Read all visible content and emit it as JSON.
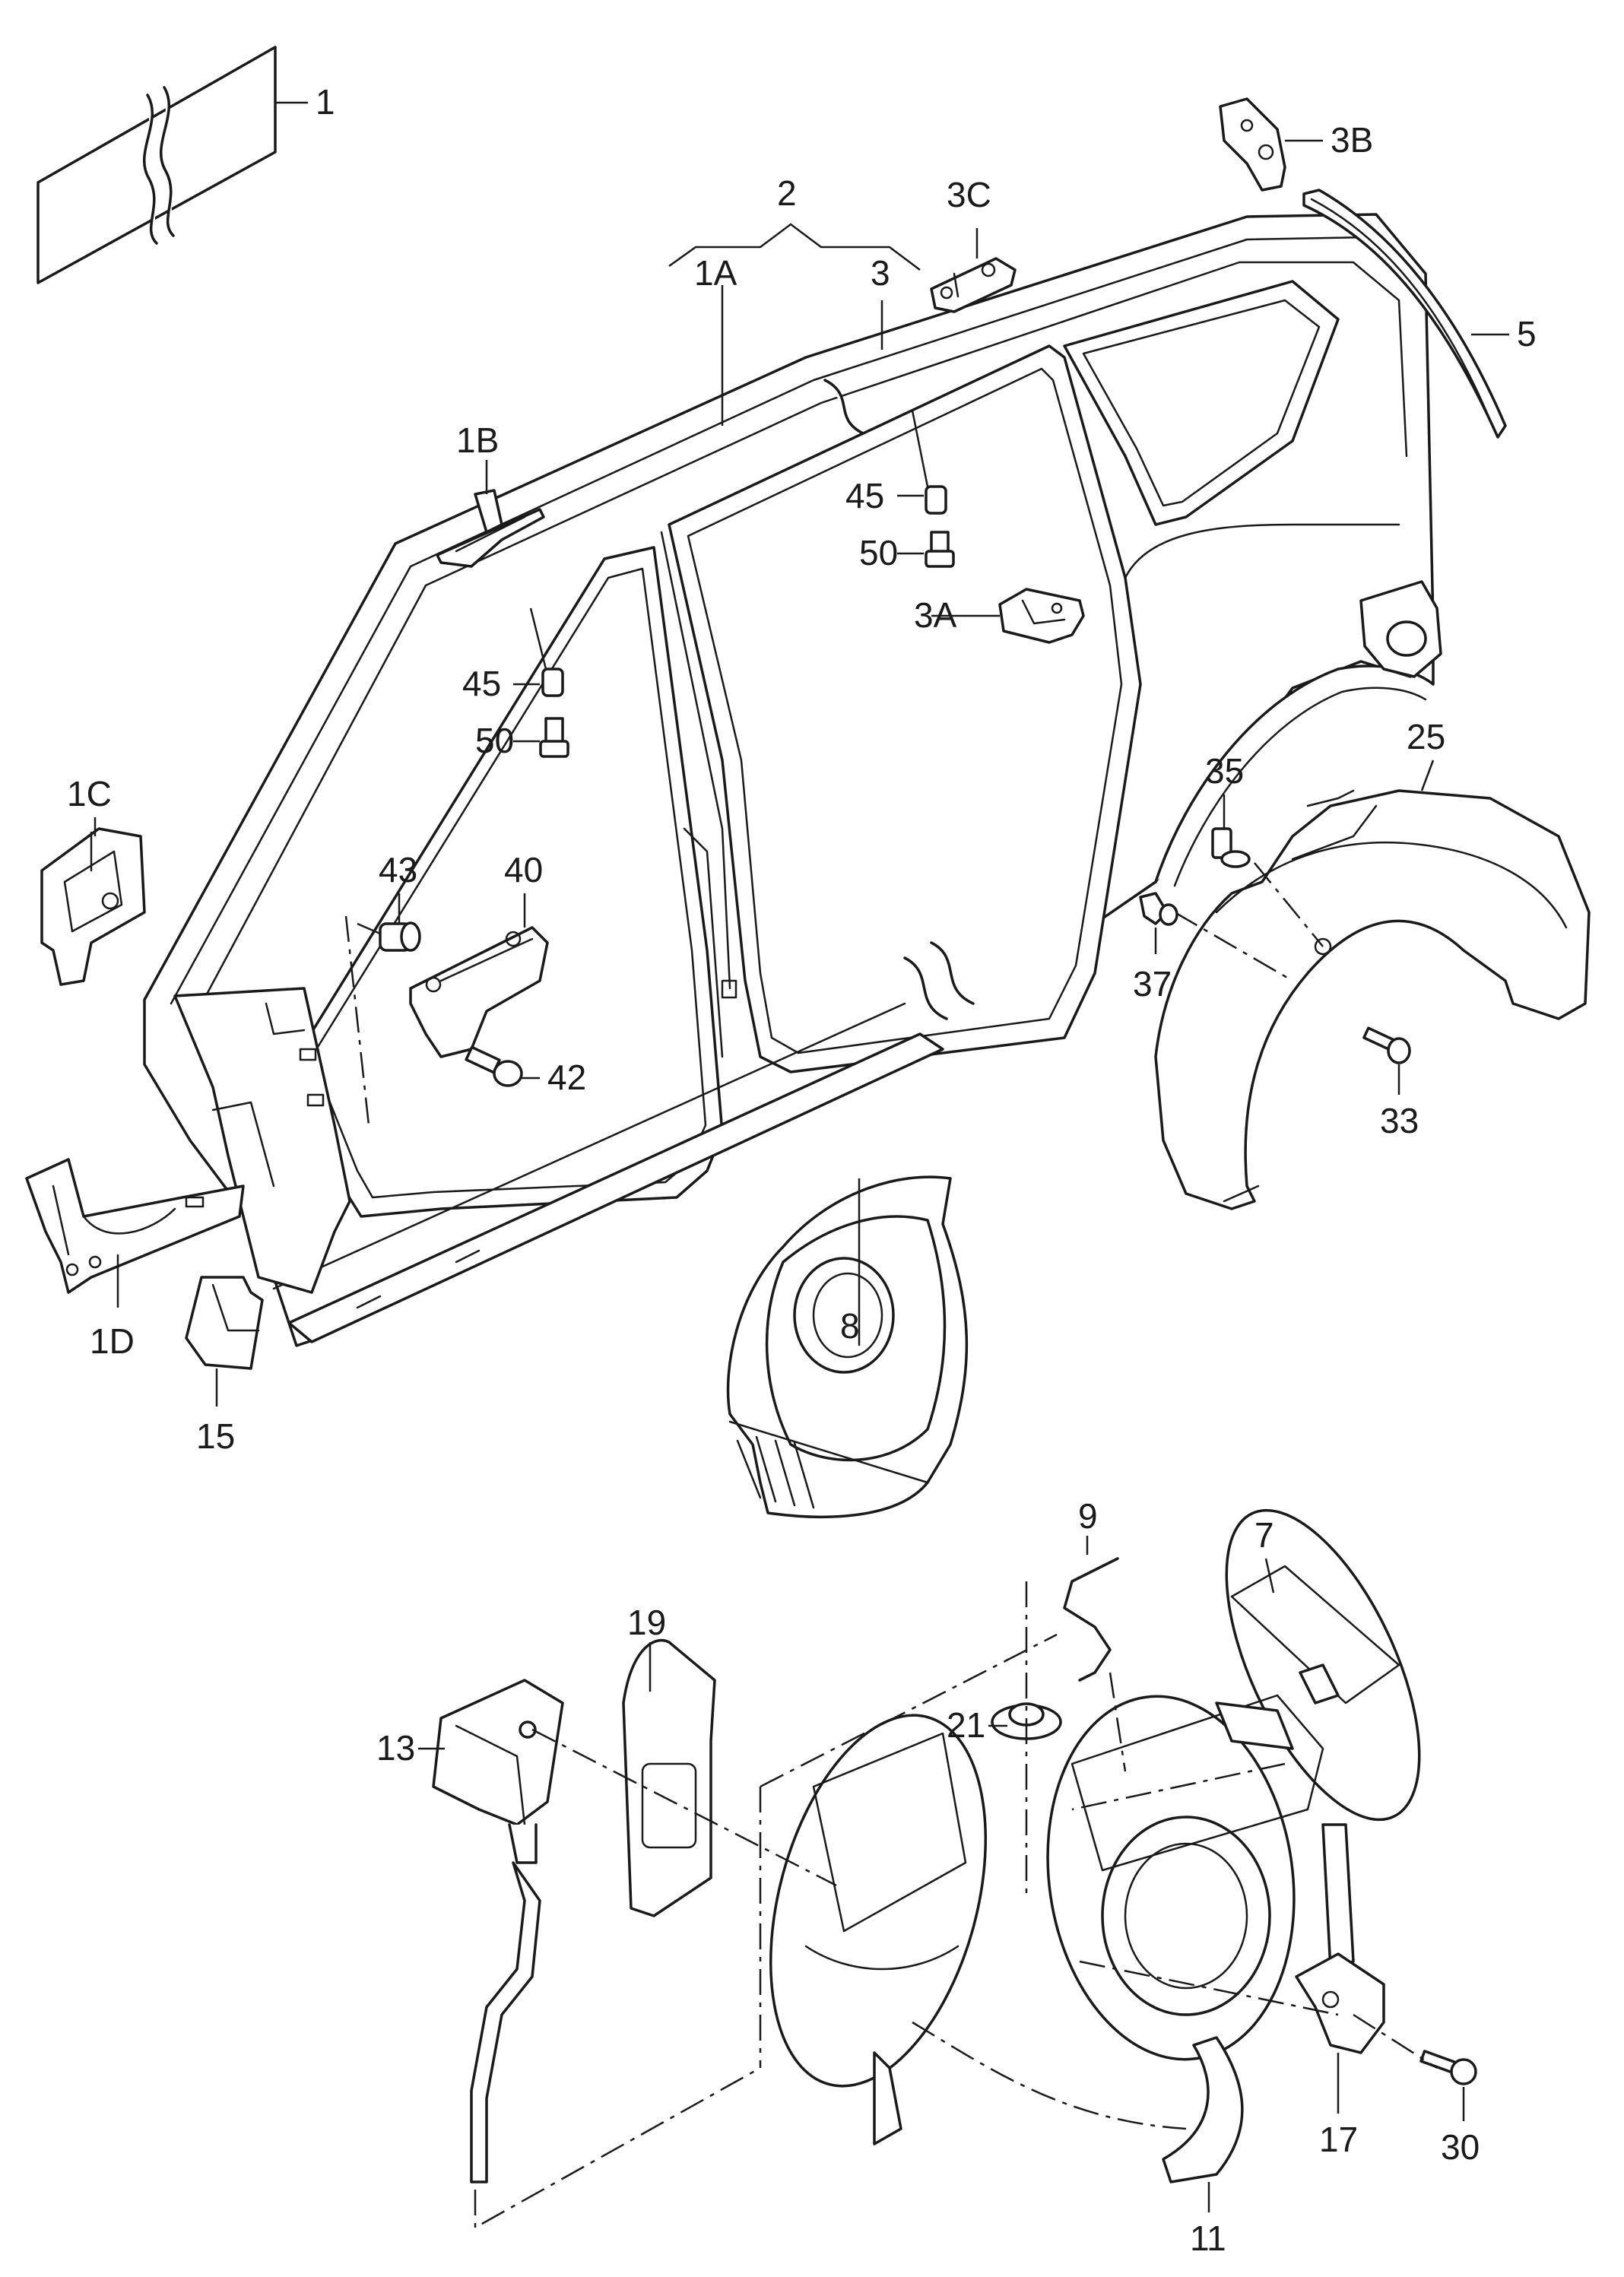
{
  "diagram": {
    "callouts": {
      "c1": "1",
      "c1A": "1A",
      "c1B": "1B",
      "c1C": "1C",
      "c1D": "1D",
      "c2": "2",
      "c3": "3",
      "c3A": "3A",
      "c3B": "3B",
      "c3C": "3C",
      "c5": "5",
      "c7": "7",
      "c8": "8",
      "c9": "9",
      "c11": "11",
      "c13": "13",
      "c15": "15",
      "c17": "17",
      "c19": "19",
      "c21": "21",
      "c25": "25",
      "c30": "30",
      "c33": "33",
      "c35": "35",
      "c37": "37",
      "c40": "40",
      "c42": "42",
      "c43": "43",
      "c45a": "45",
      "c45b": "45",
      "c50a": "50",
      "c50b": "50"
    }
  }
}
